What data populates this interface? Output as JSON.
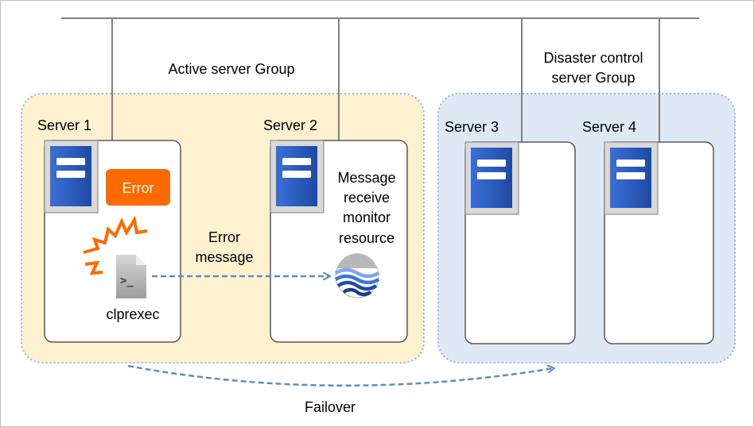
{
  "groups": {
    "active": {
      "label": "Active server Group"
    },
    "disaster": {
      "label_line1": "Disaster control",
      "label_line2": "server Group"
    }
  },
  "servers": [
    {
      "label": "Server 1"
    },
    {
      "label": "Server 2"
    },
    {
      "label": "Server 3"
    },
    {
      "label": "Server 4"
    }
  ],
  "error_badge": "Error",
  "command": "clprexec",
  "message_label": {
    "line1": "Error",
    "line2": "message"
  },
  "monitor_label": {
    "line1": "Message",
    "line2": "receive",
    "line3": "monitor",
    "line4": "resource"
  },
  "failover_label": "Failover",
  "icons": [
    "server-icon",
    "terminal-file-icon",
    "explosion-icon",
    "monitor-resource-icon"
  ],
  "colors": {
    "active_group_fill": "#fdf1cf",
    "disaster_group_fill": "#dfe9f5",
    "group_border": "#8db4e2",
    "server_blue": "#2a5bbd",
    "error_orange": "#ff6a00",
    "arrow_blue": "#5b8ec9"
  }
}
